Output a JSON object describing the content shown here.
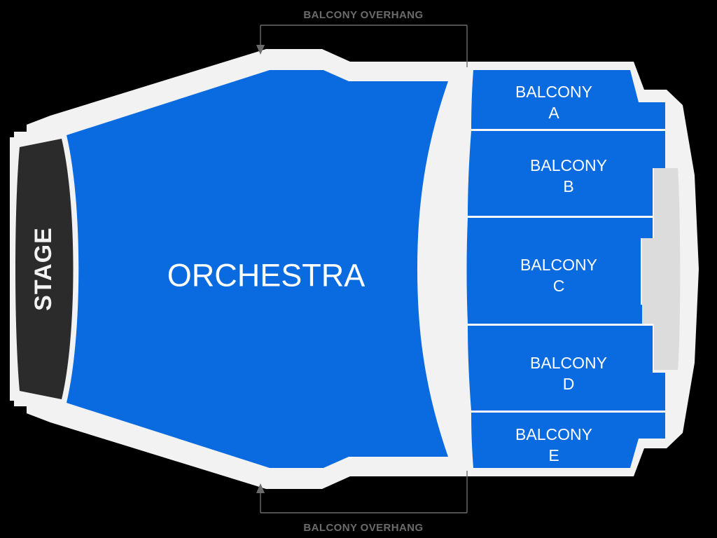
{
  "venue_map": {
    "background_color": "#000000",
    "outline_color": "#f2f2f2",
    "seating_color": "#0a6be0",
    "unavailable_color": "#dcdcdc",
    "stage_color": "#2b2b2b",
    "label_color": "#ffffff",
    "annotation_color": "#6b6b6b"
  },
  "annotations": {
    "top_overhang": "BALCONY OVERHANG",
    "bottom_overhang": "BALCONY OVERHANG"
  },
  "stage": {
    "label": "STAGE"
  },
  "sections": [
    {
      "id": "orchestra",
      "label": "ORCHESTRA",
      "label_line2": "",
      "status": "available"
    },
    {
      "id": "balcony-a",
      "label": "BALCONY",
      "label_line2": "A",
      "status": "available"
    },
    {
      "id": "balcony-b",
      "label": "BALCONY",
      "label_line2": "B",
      "status": "available"
    },
    {
      "id": "balcony-c",
      "label": "BALCONY",
      "label_line2": "C",
      "status": "available"
    },
    {
      "id": "balcony-d",
      "label": "BALCONY",
      "label_line2": "D",
      "status": "available"
    },
    {
      "id": "balcony-e",
      "label": "BALCONY",
      "label_line2": "E",
      "status": "available"
    },
    {
      "id": "unavailable-rear",
      "label": "",
      "label_line2": "",
      "status": "unavailable"
    }
  ]
}
